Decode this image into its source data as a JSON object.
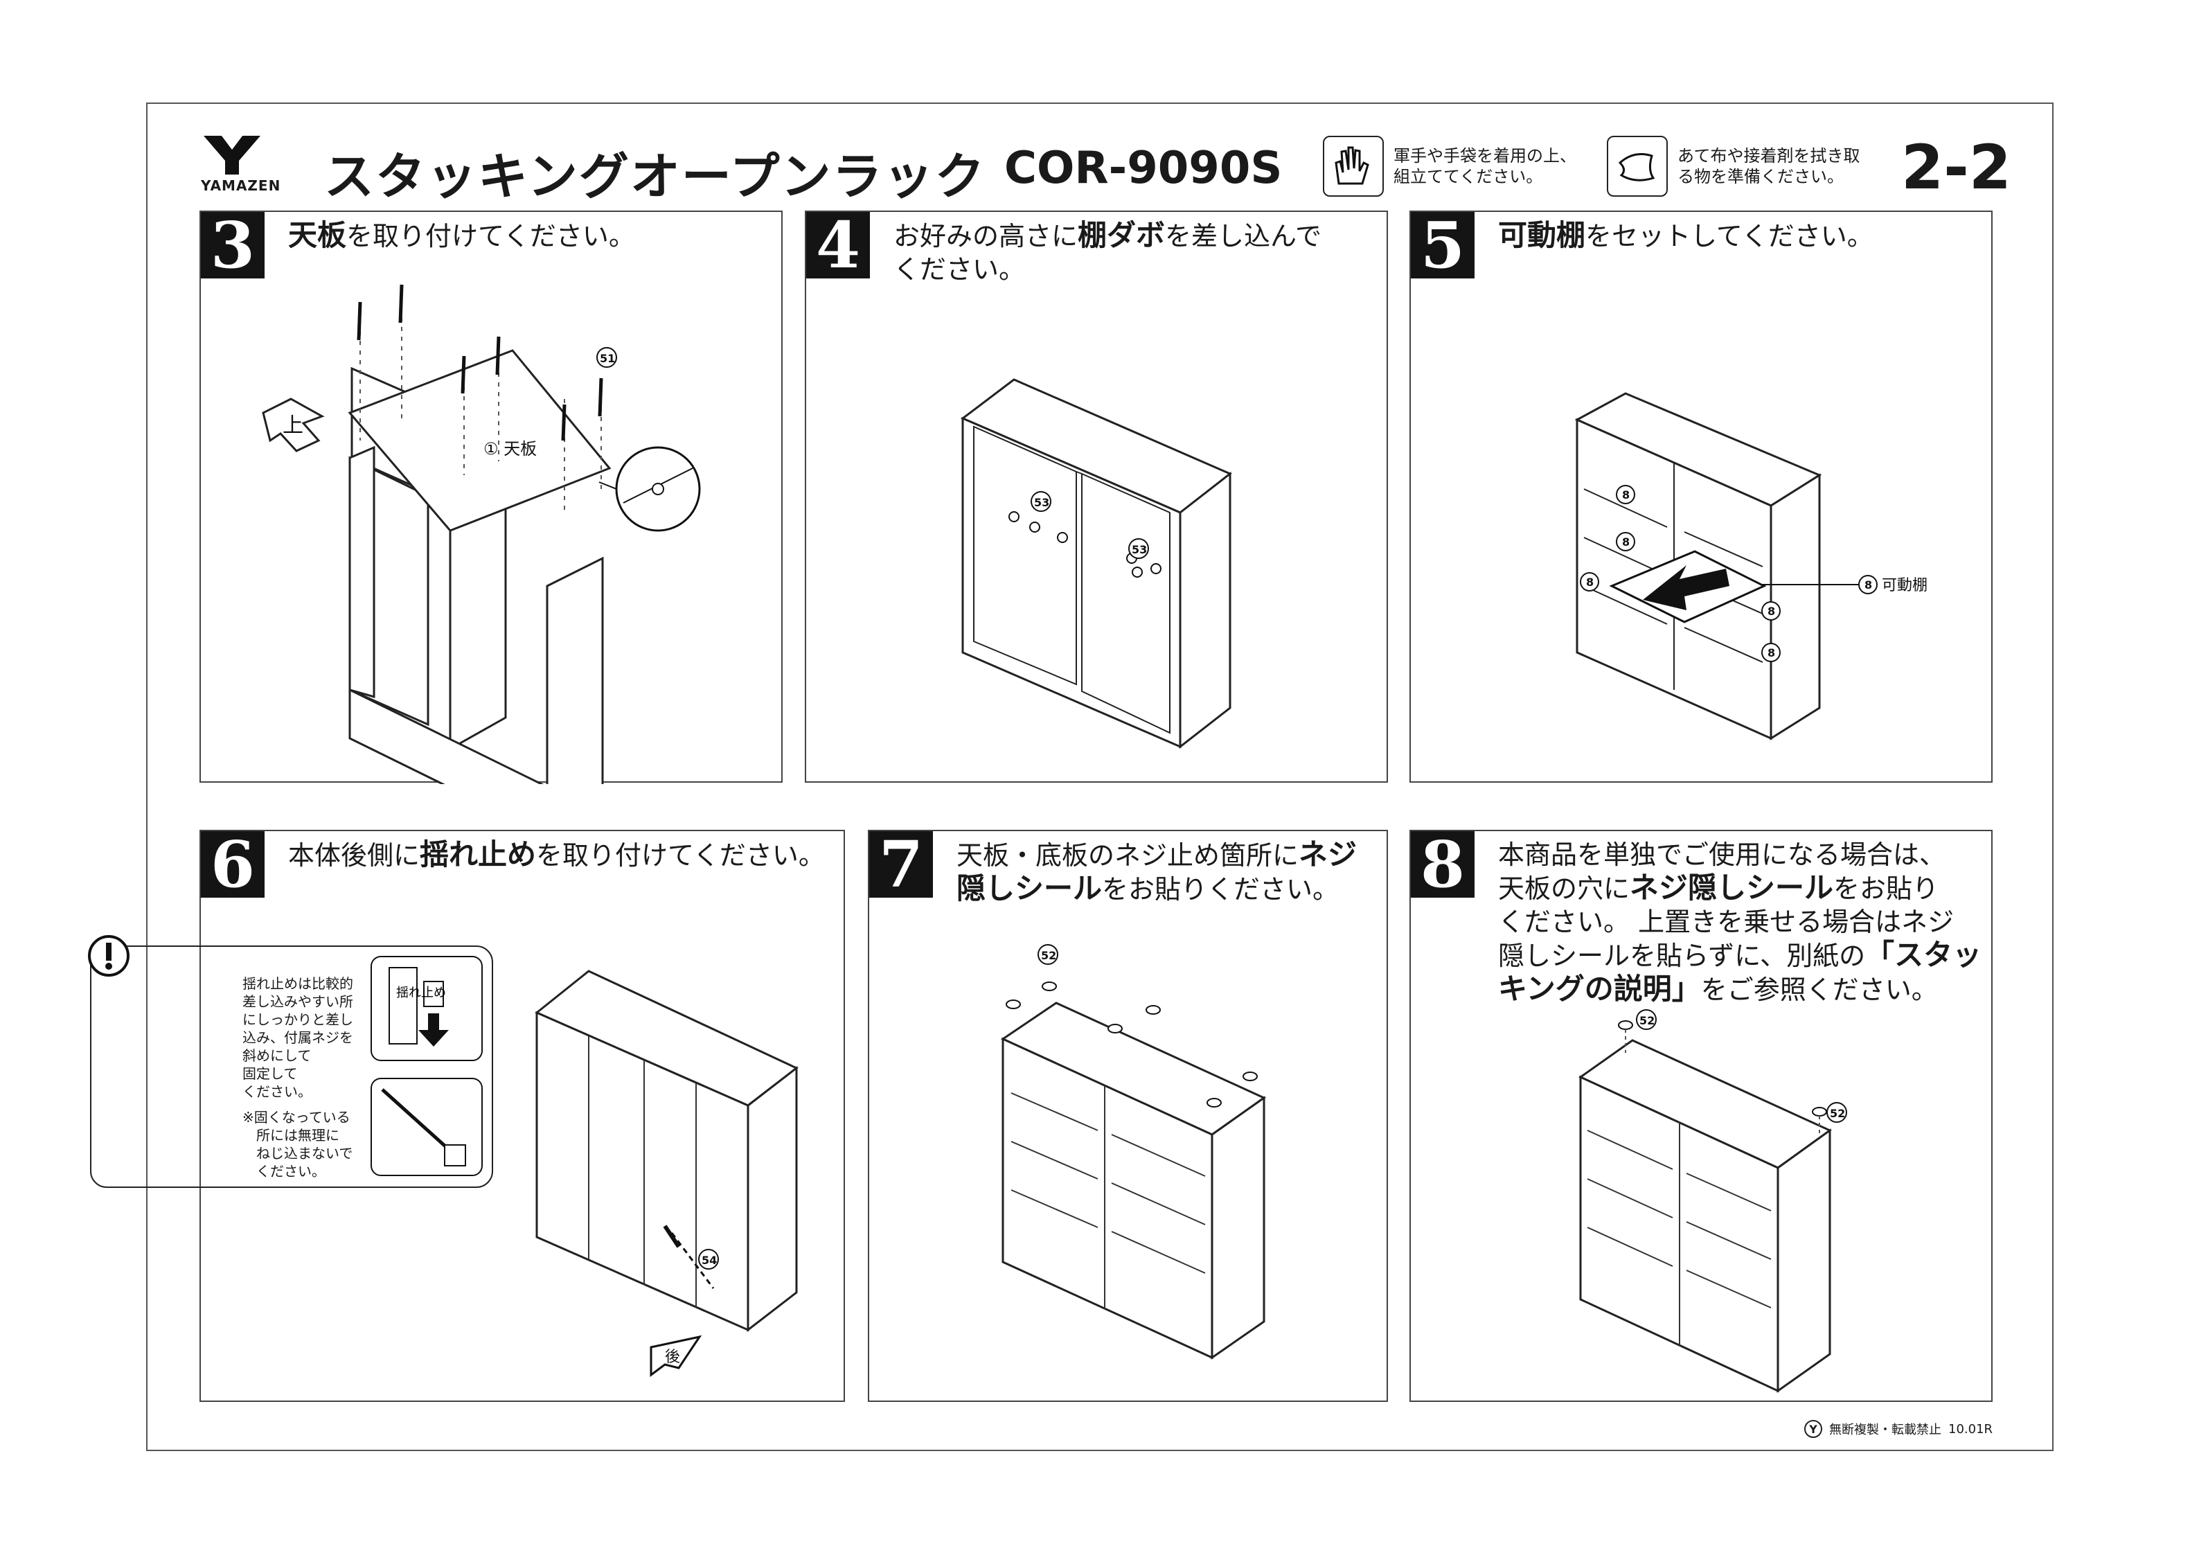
{
  "header": {
    "brand": "YAMAZEN",
    "title": "スタッキングオープンラック",
    "model": "COR-9090S",
    "notice_gloves": "軍手や手袋を着用の上、\n組立ててください。",
    "notice_cloth": "あて布や接着剤を拭き取\nる物を準備ください。",
    "page_number": "2-2"
  },
  "steps": [
    {
      "num": "3",
      "pre": "",
      "bold": "天板",
      "post": "を取り付けてください。"
    },
    {
      "num": "4",
      "pre": "お好みの高さに",
      "bold": "棚ダボ",
      "post": "を差し込んで",
      "line2": "ください。"
    },
    {
      "num": "5",
      "pre": "",
      "bold": "可動棚",
      "post": "をセットしてください。"
    },
    {
      "num": "6",
      "pre": "本体後側に",
      "bold": "揺れ止め",
      "post": "を取り付けてください。"
    },
    {
      "num": "7",
      "pre": "天板・底板のネジ止め箇所に",
      "bold": "ネジ",
      "line2_bold": "隠しシール",
      "line2_post": "をお貼りください。"
    },
    {
      "num": "8",
      "l1": "本商品を単独でご使用になる場合は、",
      "l2_pre": "天板の穴に",
      "l2_bold": "ネジ隠しシール",
      "l2_post": "をお貼り",
      "l3": "ください。 上置きを乗せる場合はネジ",
      "l4_pre": "隠しシールを貼らずに、別紙の",
      "l4_bold": "「スタッ",
      "l5_bold": "キングの説明」",
      "l5_post": "をご参照ください。"
    }
  ],
  "labels": {
    "up_arrow": "上",
    "top_board": "① 天板",
    "part51": "51",
    "part53": "53",
    "part8": "8",
    "movable_shelf": "可動棚",
    "part52": "52",
    "part54": "54",
    "back_arrow": "後",
    "sway_label": "揺れ止め"
  },
  "caution": {
    "text": "揺れ止めは比較的\n差し込みやすい所\nにしっかりと差し\n込み、付属ネジを\n斜めにして\n固定して\nください。",
    "note": "※固くなっている\n　所には無理に\n　ねじ込まないで\n　ください。"
  },
  "footer": {
    "mark": "Y",
    "text": "無断複製・転載禁止",
    "code": "10.01R"
  }
}
